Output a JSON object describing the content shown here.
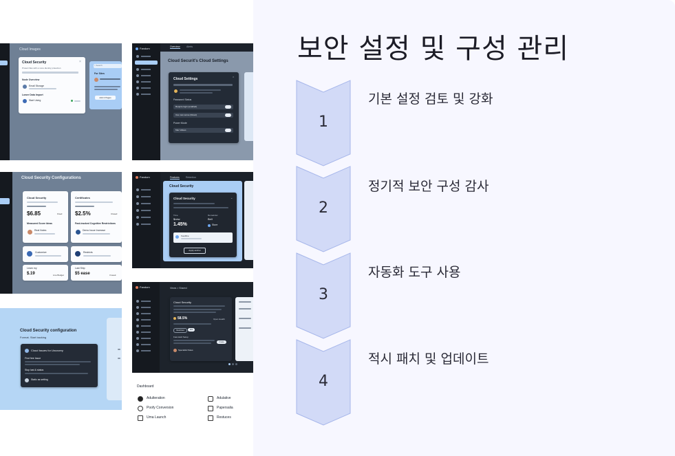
{
  "slide": {
    "title": "보안 설정 및 구성 관리",
    "steps": [
      {
        "number": "1",
        "label": "기본 설정 검토 및 강화"
      },
      {
        "number": "2",
        "label": "정기적 보안 구성 감사"
      },
      {
        "number": "3",
        "label": "자동화 도구 사용"
      },
      {
        "number": "4",
        "label": "적시 패치 및 업데이트"
      }
    ]
  },
  "thumbs": {
    "t1": {
      "header": "Cloud Images",
      "card_title": "Cloud Security",
      "card_sub": "Protect files with a more identity protection",
      "section": "Node Overview",
      "row1": "Email Storage",
      "row2": "Lower Data Import",
      "row3": "Start Using",
      "side_title": "For Sites",
      "side_button": "Add 2 Pages"
    },
    "t2": {
      "brand": "Fandom",
      "tab1": "Overview",
      "tab2": "Alerts",
      "header": "Cloud Securit's Cloud Settings",
      "card_title": "Cloud Settings",
      "section1": "Password Status",
      "row1": "Require login (enabled)",
      "row2": "Use new sense (Reset)",
      "section2": "Power Mode",
      "row3": "Max Values"
    },
    "t3": {
      "header": "Cloud Security Configurations",
      "c1_title": "Cloud Security",
      "c1_price": "$6.85",
      "c1_status": "Fixed",
      "c2_title": "Certificates",
      "c2_price": "$2.5%",
      "c2_status": "Closed",
      "sec1": "Measured Score Ideas",
      "sec2": "Fast-tracked Cognitive Restrictions",
      "row1": "Real Notes",
      "row2": "Demo Issue Increase",
      "c3_title": "Customize",
      "c4_title": "Restricts",
      "c5_label": "Learn my",
      "c5_price": "$.19",
      "c5_status": "Live Budget",
      "c6_label": "Last Ship",
      "c6_price": "$5 ease",
      "c6_status": "3 week"
    },
    "t4": {
      "brand": "Fandom",
      "tab1": "Features",
      "tab2": "Retention",
      "header": "Cloud Security",
      "card_title": "Cloud Security",
      "col1_label": "Time",
      "col1_val": "$new",
      "col2_label": "Remainder",
      "col2_val": "Bell",
      "pct": "1.45%",
      "pill": "Store",
      "item": "Feedline",
      "button": "Apply anchor"
    },
    "t5": {
      "header": "Cloud Security configuration",
      "subheader": "Format. Start backing",
      "card_title": "Cloud Issues for Uncovery",
      "line1": "Find free Issue",
      "line2": "Stop last & status",
      "action": "Static as setting"
    },
    "t6": {
      "brand": "Fandom",
      "crumb1": "Views",
      "crumb2": "Shared",
      "card_title": "Cloud Security",
      "pct": "58.5%",
      "badge": "Open Health",
      "btn1": "Restricted",
      "btn2": "Edit",
      "sec": "Fast-Held Setup",
      "pill": "Create",
      "row": "Specialist Notes"
    },
    "t7": {
      "title": "Dashboard",
      "items": [
        "Adulteration",
        "Adulative",
        "Poofy Conversion",
        "Papersalia",
        "Uma Launch",
        "Restuces"
      ]
    }
  },
  "colors": {
    "chevron_fill": "#d2daf7",
    "chevron_stroke": "#a6b6ea",
    "panel_bg": "#f7f7ff",
    "dark_ui": "#15191f",
    "slate": "#6d7d92",
    "sky": "#a9cdf5"
  }
}
